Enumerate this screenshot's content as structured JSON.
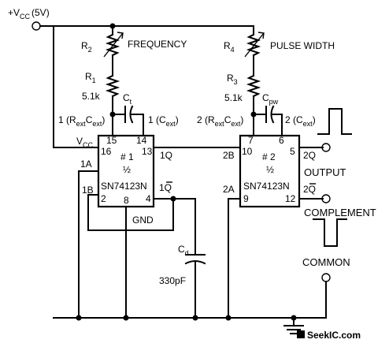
{
  "supply": {
    "main": "+V",
    "sub": "CC",
    "value": "(5V)"
  },
  "r2": {
    "main": "R",
    "sub": "2",
    "note": "FREQUENCY"
  },
  "r1": {
    "main": "R",
    "sub": "1",
    "value": "5.1k"
  },
  "c1": {
    "main": "C",
    "sub": "t"
  },
  "r4": {
    "main": "R",
    "sub": "4",
    "note": "PULSE WIDTH"
  },
  "r3": {
    "main": "R",
    "sub": "3",
    "value": "5.1k"
  },
  "c2": {
    "main": "C",
    "sub": "pw"
  },
  "cd": {
    "main": "C",
    "sub": "d",
    "value": "330pF"
  },
  "chip1": {
    "name": "SN74123N",
    "number": "# 1",
    "half": "½",
    "pin15": "15",
    "pin14": "14",
    "pin16": "16",
    "pin13": "13",
    "pin2": "2",
    "pin8": "8",
    "pin4": "4",
    "vcc_main": "V",
    "vcc_sub": "CC",
    "lbl_1a": "1A",
    "lbl_1b": "1B",
    "lbl_1q": "1Q",
    "lbl_1qbar": "1Q",
    "lbl_gnd": "GND",
    "rext_left": "1 (R",
    "rext_left_sub1": "ext",
    "rext_left_mid": "C",
    "rext_left_sub2": "ext",
    "rext_left_end": ")",
    "cext_right": "1 (C",
    "cext_right_sub": "ext",
    "cext_right_end": ")"
  },
  "chip2": {
    "name": "SN74123N",
    "number": "# 2",
    "half": "½",
    "pin7": "7",
    "pin6": "6",
    "pin10": "10",
    "pin5": "5",
    "pin9": "9",
    "pin12": "12",
    "lbl_2b": "2B",
    "lbl_2a": "2A",
    "lbl_2q": "2Q",
    "lbl_2qbar": "2Q",
    "rext_left": "2 (R",
    "rext_left_sub1": "ext",
    "rext_left_mid": "C",
    "rext_left_sub2": "ext",
    "rext_left_end": ")",
    "cext_right": "2 (C",
    "cext_right_sub": "ext",
    "cext_right_end": ")"
  },
  "outputs": {
    "output": "OUTPUT",
    "complement": "COMPLEMENT",
    "common": "COMMON"
  },
  "watermark": "SeekIC.com"
}
